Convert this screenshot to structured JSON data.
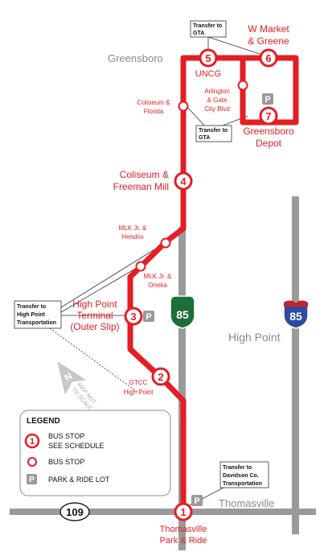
{
  "colors": {
    "route": "#e31e24",
    "road": "#9a9a9a",
    "road_dark": "#7f7f7f",
    "text_red": "#e31e24",
    "text_gray": "#8a8a8a",
    "interstate_blue": "#2b4da0",
    "interstate_red": "#c8202c",
    "us_green": "#1e6e3a"
  },
  "places": {
    "greensboro": "Greensboro",
    "high_point": "High Point",
    "thomasville": "Thomasville"
  },
  "stops": [
    {
      "num": "1",
      "lines": [
        "Thomasville",
        "Park & Ride"
      ]
    },
    {
      "num": "2",
      "lines": [
        "GTCC",
        "High Point"
      ]
    },
    {
      "num": "3",
      "lines": [
        "High Point",
        "Terminal",
        "(Outer Slip)"
      ]
    },
    {
      "num": "4",
      "lines": [
        "Coliseum &",
        "Freeman Mill"
      ]
    },
    {
      "num": "5",
      "lines": [
        "UNCG"
      ]
    },
    {
      "num": "6",
      "lines": [
        "W Market",
        "& Greene"
      ]
    },
    {
      "num": "7",
      "lines": [
        "Greensboro",
        "Depot"
      ]
    }
  ],
  "minor_stops": [
    {
      "lines": [
        "Coliseum &",
        "Florida"
      ]
    },
    {
      "lines": [
        "MLK Jr. &",
        "Hendrix"
      ]
    },
    {
      "lines": [
        "MLK Jr. &",
        "Oneka"
      ]
    },
    {
      "lines": [
        "Arlington",
        "& Gate",
        "City Blvd"
      ]
    }
  ],
  "transfers": [
    {
      "lines": [
        "Transfer to",
        "GTA"
      ]
    },
    {
      "lines": [
        "Transfer to",
        "GTA"
      ]
    },
    {
      "lines": [
        "Transfer to",
        "High Point",
        "Transportation"
      ]
    },
    {
      "lines": [
        "Transfer to",
        "Davidson Co.",
        "Transportation"
      ]
    }
  ],
  "park_ride_symbol": "P",
  "shields": {
    "us_85": "85",
    "i_85": "85",
    "nc_109": "109"
  },
  "north_arrow": {
    "letter": "N",
    "note_lines": [
      "MAP NOT",
      "TO SCALE"
    ]
  },
  "legend": {
    "title": "LEGEND",
    "items": [
      {
        "symbol": "1",
        "lines": [
          "BUS STOP",
          "SEE SCHEDULE"
        ]
      },
      {
        "symbol": "",
        "lines": [
          "BUS STOP"
        ]
      },
      {
        "symbol": "P",
        "lines": [
          "PARK & RIDE LOT"
        ]
      }
    ]
  }
}
